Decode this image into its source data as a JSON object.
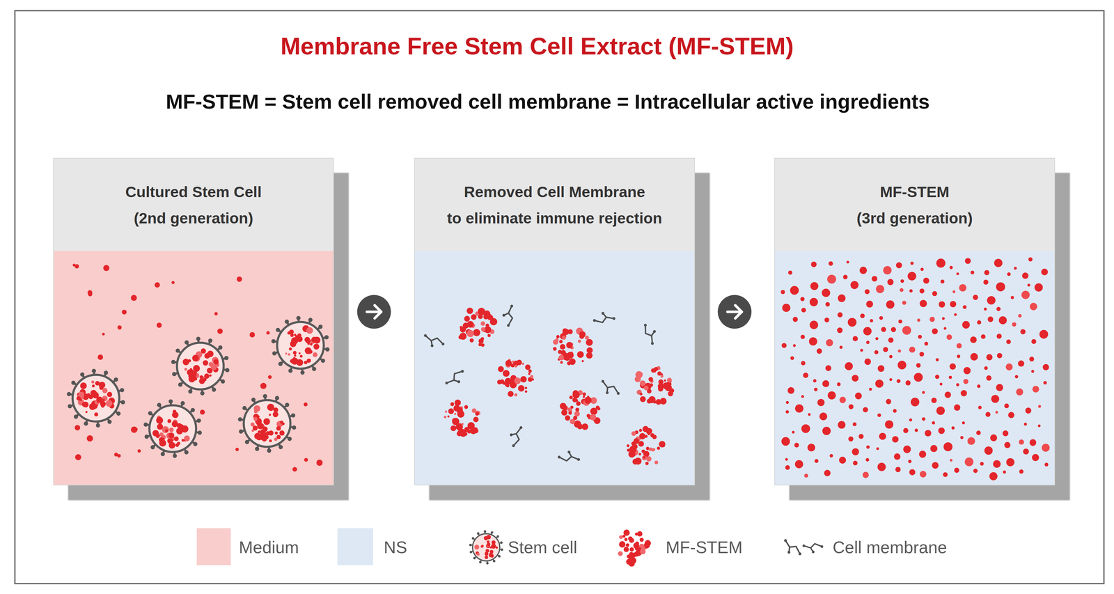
{
  "diagram": {
    "title": "Membrane Free Stem Cell Extract (MF-STEM)",
    "nodes": [
      {
        "text": [
          "Cultured Stem Cell (2nd generation)"
        ]
      },
      {
        "text": [
          "Removed Cell Membrane to eliminate immune rejection"
        ]
      },
      {
        "text": [
          "MF-STEM (3rd generation)"
        ]
      }
    ],
    "edges": [
      {
        "from": 0,
        "to": 1,
        "arrow": "to"
      },
      {
        "from": 1,
        "to": 2,
        "arrow": "to"
      }
    ],
    "labels": [
      "MF-STEM = Stem cell removed cell membrane = Intracellular active ingredients"
    ],
    "legend": [
      {
        "text": "Medium",
        "color": "#f8cdcb"
      },
      {
        "text": "NS",
        "color": "#dde8f4"
      },
      {
        "text": "Stem cell"
      },
      {
        "text": "MF-STEM"
      },
      {
        "text": "Cell membrane"
      }
    ]
  }
}
